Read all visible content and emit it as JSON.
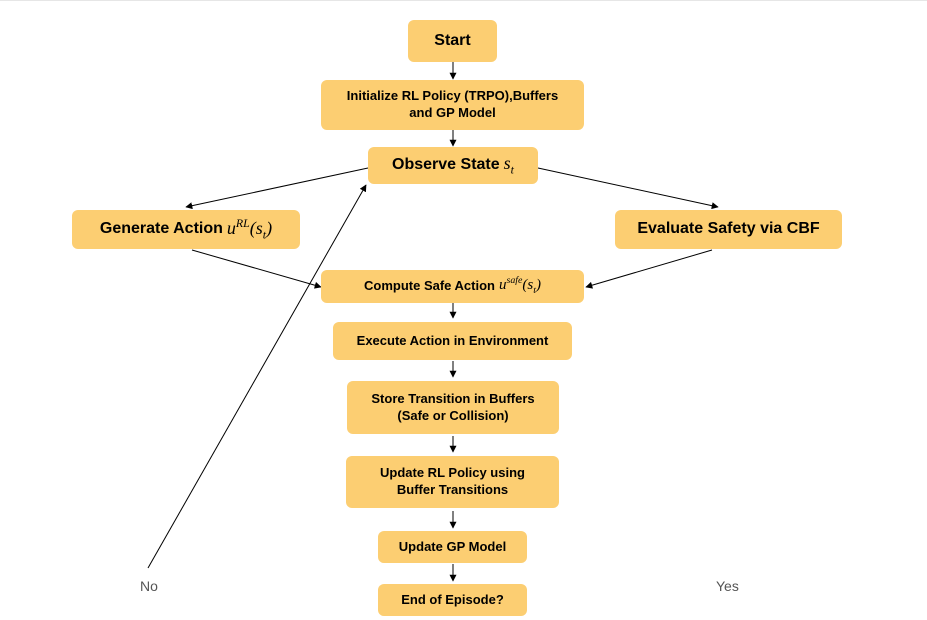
{
  "nodes": {
    "start": {
      "label": "Start"
    },
    "init": {
      "line1": "Initialize RL Policy (TRPO),Buffers",
      "line2": "and GP Model"
    },
    "observe": {
      "label": "Observe State",
      "math_base": "s",
      "math_sub": "t"
    },
    "generate": {
      "label": "Generate Action",
      "math_base": "u",
      "math_sup": "RL",
      "math_open": "(s",
      "math_sub": "t",
      "math_close": ")"
    },
    "evaluate": {
      "label": "Evaluate Safety via CBF"
    },
    "compute": {
      "label": "Compute Safe Action",
      "math_base": "u",
      "math_sup": "safe",
      "math_open": "(s",
      "math_sub": "t",
      "math_close": ")"
    },
    "execute": {
      "label": "Execute Action in Environment"
    },
    "store": {
      "line1": "Store Transition in Buffers",
      "line2": "(Safe or Collision)"
    },
    "update_policy": {
      "line1": "Update RL Policy using",
      "line2": "Buffer Transitions"
    },
    "update_gp": {
      "label": "Update GP Model"
    },
    "end": {
      "label": "End of Episode?"
    }
  },
  "edge_labels": {
    "no": "No",
    "yes": "Yes"
  },
  "colors": {
    "node_fill": "#fcce72",
    "edge": "#000000",
    "label_text": "#555555"
  }
}
